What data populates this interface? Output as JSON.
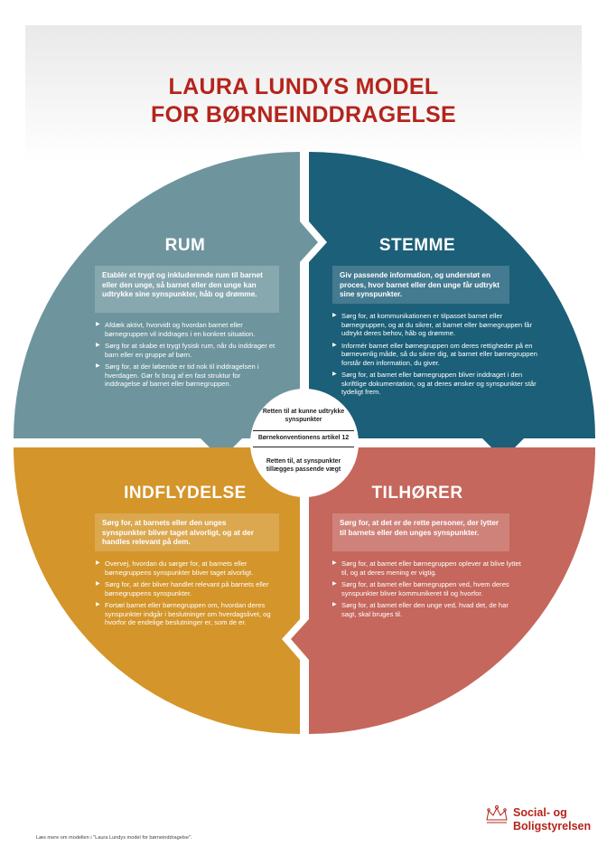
{
  "title": {
    "line1": "LAURA LUNDYS MODEL",
    "line2": "FOR BØRNEINDDRAGELSE"
  },
  "colors": {
    "rum": "#6e959e",
    "stemme": "#1c5f78",
    "indflydelse": "#d4952a",
    "tilhorer": "#c5675c",
    "title": "#b5241c"
  },
  "quadrants": {
    "rum": {
      "heading": "RUM",
      "intro": "Etablér et trygt og inkluderende rum til barnet eller den unge, så barnet eller den unge kan udtrykke sine synspunkter, håb og drømme.",
      "bullets": [
        "Afdæk aktivt, hvorvidt og hvordan barnet eller børnegruppen vil inddrages i en konkret situation.",
        "Sørg for at skabe et trygt fysisk rum, når du inddrager et barn eller en gruppe af børn.",
        "Sørg for, at der løbende er tid nok til inddragelsen i hverdagen. Gør fx brug af en fast struktur for inddragelse af barnet eller børnegruppen."
      ]
    },
    "stemme": {
      "heading": "STEMME",
      "intro": "Giv passende information, og understøt en proces, hvor barnet eller den unge får udtrykt sine synspunkter.",
      "bullets": [
        "Sørg for, at kommunikationen er tilpasset barnet eller børnegruppen, og at du sikrer, at barnet eller børnegruppen får udtrykt deres behov, håb og drømme.",
        "Informér barnet eller børnegruppen om deres rettigheder på en børnevenlig måde, så du sikrer dig, at barnet eller børnegruppen forstår den information, du giver.",
        "Sørg for, at barnet eller børnegruppen bliver inddraget i den skriftlige dokumentation, og at deres ønsker og synspunkter står tydeligt frem."
      ]
    },
    "indflydelse": {
      "heading": "INDFLYDELSE",
      "intro": "Sørg for, at barnets eller den unges synspunkter bliver taget alvorligt, og at der handles relevant på dem.",
      "bullets": [
        "Overvej, hvordan du sørger for, at barnets eller børnegruppens synspunkter bliver taget alvorligt.",
        "Sørg for, at der bliver handlet relevant på barnets eller børnegruppens synspunkter.",
        "Fortæl barnet eller børnegruppen om, hvordan deres synspunkter indgår i beslutninger om hverdagslivet, og hvorfor de endelige beslutninger er, som de er."
      ]
    },
    "tilhorer": {
      "heading": "TILHØRER",
      "intro": "Sørg for, at det er de rette personer, der lytter til barnets eller den unges synspunkter.",
      "bullets": [
        "Sørg for, at barnet eller børnegruppen oplever at blive lyttet til, og at deres mening er vigtig.",
        "Sørg for, at barnet eller børnegruppen ved, hvem deres synspunkter bliver kommunikeret til og hvorfor.",
        "Sørg for, at barnet eller den unge ved, hvad det, de har sagt, skal bruges til."
      ]
    }
  },
  "center": {
    "top": "Retten til at kunne udtrykke synspunkter",
    "middle": "Børnekonventionens artikel 12",
    "bottom": "Retten til, at synspunkter tillægges passende vægt"
  },
  "footer": "Læs mere om modellen i \"Laura Lundys model for børneinddragelse\".",
  "logo": {
    "line1": "Social- og",
    "line2": "Boligstyrelsen"
  }
}
